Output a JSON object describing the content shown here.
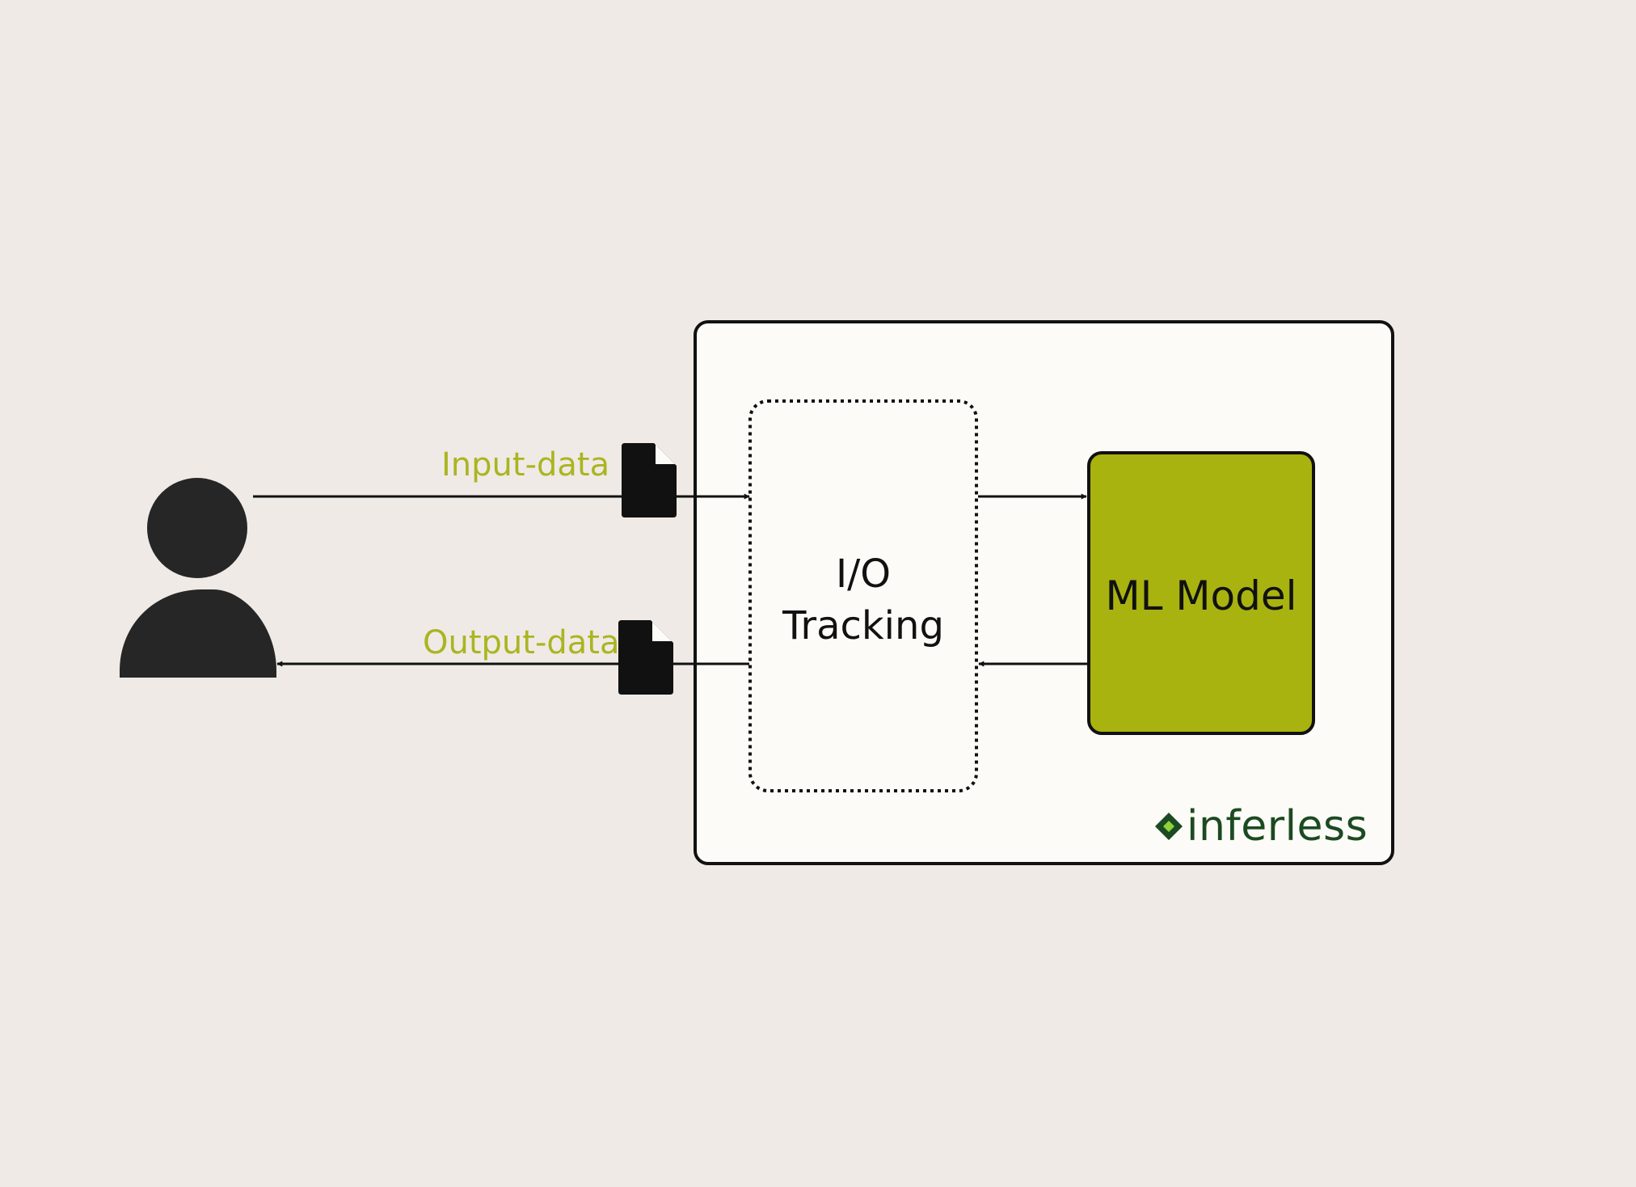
{
  "colors": {
    "background": "#efeae6",
    "panel": "#fcfbf7",
    "stroke": "#111111",
    "accent": "#a8b30f",
    "label_accent": "#aab520",
    "brand": "#1c4a22",
    "brand_icon": "#8ed13a",
    "person": "#262626"
  },
  "icons": {
    "user": "person-icon",
    "document": "file-icon",
    "brand": "diamond-logo-icon"
  },
  "diagram": {
    "input_label": "Input-data",
    "output_label": "Output-data",
    "io_tracking_line1": "I/O",
    "io_tracking_line2": "Tracking",
    "model_label": "ML Model",
    "brand": "inferless"
  }
}
